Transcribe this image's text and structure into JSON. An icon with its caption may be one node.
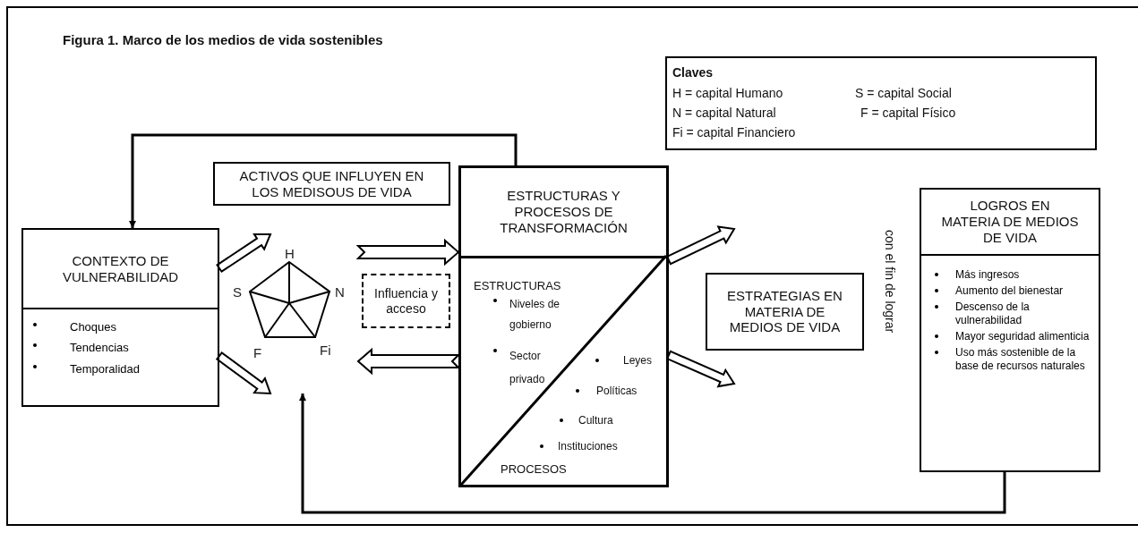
{
  "diagram": {
    "title": "Figura 1. Marco de los medios de vida sostenibles",
    "nodes": [
      {
        "text": [
          "CONTEXTO DE VULNERABILIDAD",
          "Choques",
          "Tendencias",
          "Temporalidad"
        ]
      },
      {
        "text": [
          "ACTIVOS QUE INFLUYEN EN LOS MEDISOUS DE VIDA"
        ]
      },
      {
        "text": [
          "H",
          "N",
          "Fi",
          "F",
          "S"
        ]
      },
      {
        "text": [
          "Influencia y acceso"
        ]
      },
      {
        "text": [
          "ESTRUCTURAS Y PROCESOS DE TRANSFORMACIÓN",
          "ESTRUCTURAS",
          "Niveles de gobierno",
          "Sector privado",
          "Leyes",
          "Políticas",
          "Cultura",
          "Instituciones",
          "PROCESOS"
        ]
      },
      {
        "text": [
          "ESTRATEGIAS EN MATERIA DE MEDIOS DE VIDA"
        ]
      },
      {
        "text": [
          "LOGROS EN MATERIA DE MEDIOS DE VIDA",
          "Más ingresos",
          "Aumento del bienestar",
          "Descenso de la vulnerabilidad",
          "Mayor seguridad alimenticia",
          "Uso más sostenible de la base de recursos naturales"
        ]
      },
      {
        "text": [
          "Claves",
          "H = capital Humano",
          "S = capital Social",
          "N = capital Natural",
          "F = capital Físico",
          "Fi = capital Financiero"
        ]
      }
    ],
    "edges": [
      {
        "from": 4,
        "to": 0,
        "arrow": "to"
      },
      {
        "from": 6,
        "to": 2,
        "arrow": "to"
      },
      {
        "from": 0,
        "to": 2,
        "arrow": "to",
        "style": "thick"
      },
      {
        "from": 0,
        "to": 2,
        "arrow": "to",
        "style": "thick"
      },
      {
        "from": 2,
        "to": 4,
        "arrow": "to",
        "style": "thick"
      },
      {
        "from": 4,
        "to": 2,
        "arrow": "to",
        "style": "thick"
      },
      {
        "from": 4,
        "to": 5,
        "arrow": "to",
        "style": "thick"
      },
      {
        "from": 4,
        "to": 5,
        "arrow": "to",
        "style": "thick"
      }
    ],
    "labels": [
      "con el fin de lograr"
    ]
  }
}
